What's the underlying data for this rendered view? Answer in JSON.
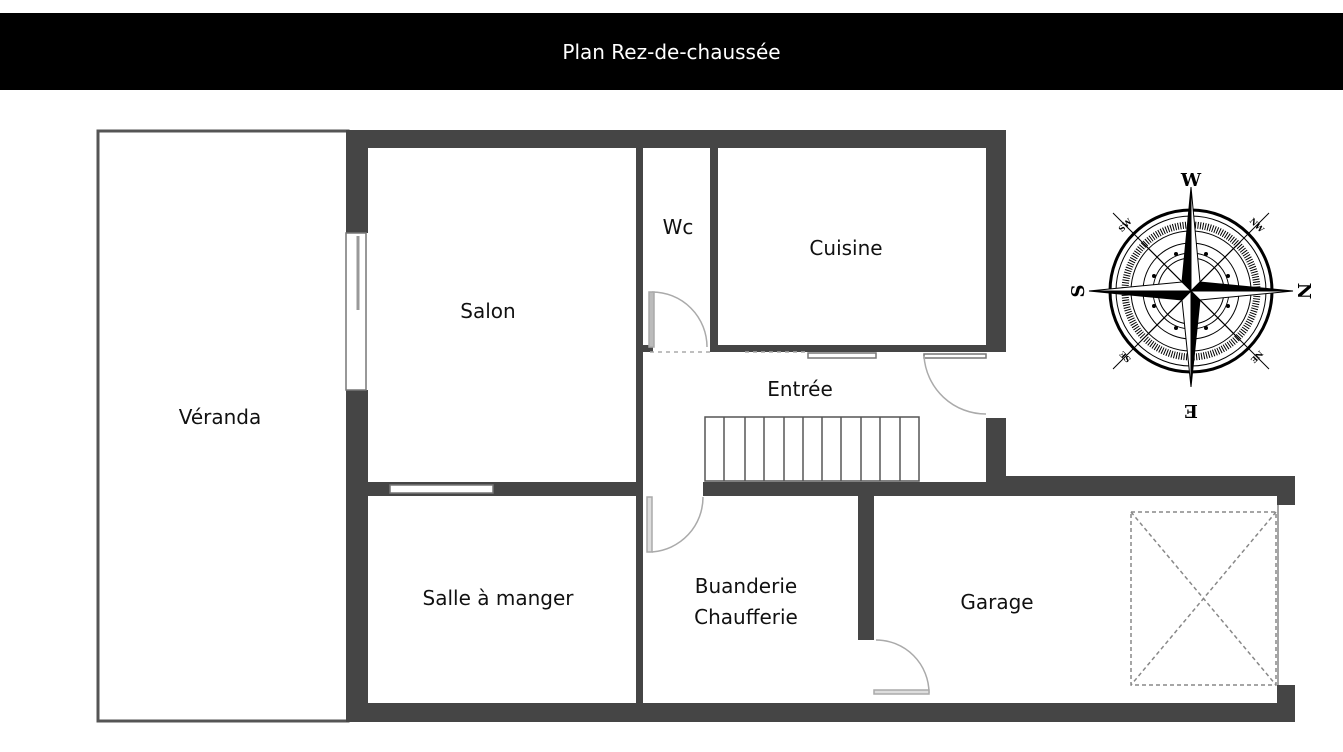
{
  "header": {
    "title": "Plan Rez-de-chaussée"
  },
  "rooms": {
    "veranda": "Véranda",
    "salon": "Salon",
    "wc": "Wc",
    "cuisine": "Cuisine",
    "entree": "Entrée",
    "salle_a_manger": "Salle à manger",
    "buanderie": "Buanderie",
    "chaufferie": "Chaufferie",
    "garage": "Garage"
  },
  "compass": {
    "w": "W",
    "n": "N",
    "e": "E",
    "s": "S",
    "sw": "SW",
    "nw": "NW",
    "se": "SE",
    "ne": "NE"
  },
  "colors": {
    "wall": "#454545",
    "header": "#000000"
  }
}
